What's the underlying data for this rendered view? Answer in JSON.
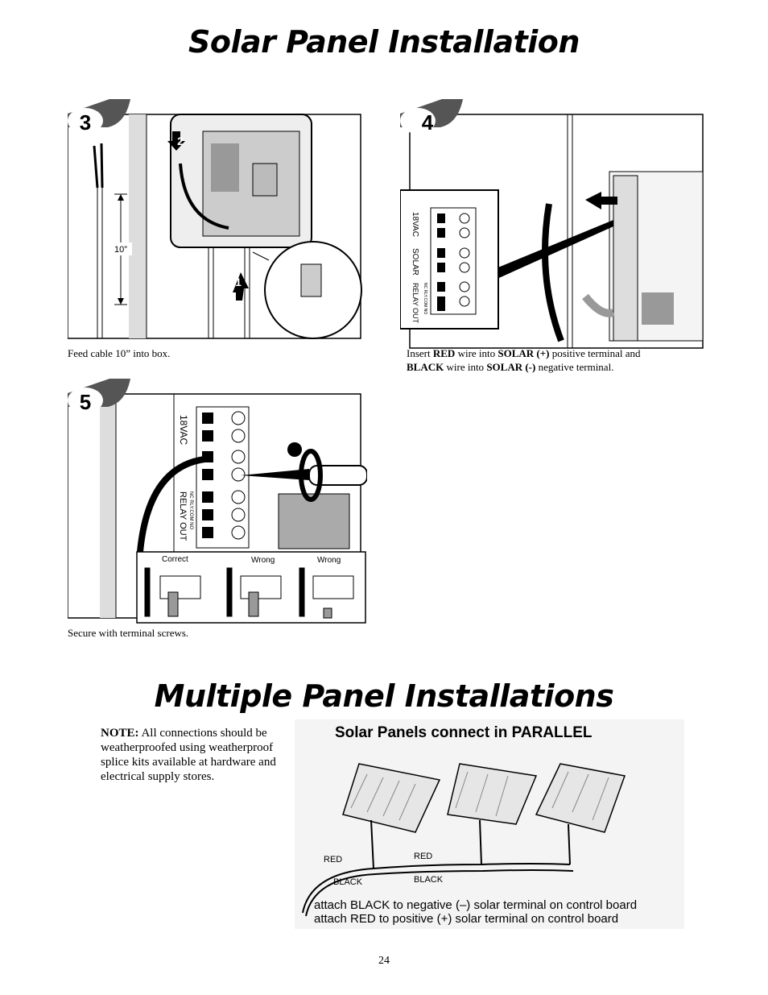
{
  "heading_top": "Solar Panel Installation",
  "heading_bottom": "Multiple Panel Installations",
  "step3": {
    "badge": "3",
    "arrow1": "1",
    "arrow2": "2",
    "measure": "10”",
    "caption": "Feed cable 10” into box."
  },
  "step4": {
    "badge": "4",
    "label_18vac": "18VAC",
    "label_solar": "SOLAR",
    "label_relay": "RELAY OUT",
    "label_relay_pins": "NC RLY.COM NO",
    "caption": {
      "t1": "Insert ",
      "b1": "RED",
      "t2": " wire into ",
      "b2": "SOLAR (+)",
      "t3": " positive terminal and",
      "b3": "BLACK",
      "t4": " wire into ",
      "b4": "SOLAR (-)",
      "t5": " negative terminal."
    }
  },
  "step5": {
    "badge": "5",
    "label_18vac": "18VAC",
    "label_relay": "RELAY OUT",
    "label_relay_pins": "NC RLY.COM NO",
    "inset_labels": [
      "Correct",
      "Wrong",
      "Wrong"
    ],
    "caption": "Secure with terminal screws."
  },
  "note": {
    "bold": "NOTE:",
    "text": " All connections should be weatherproofed using weatherproof splice kits available at hardware and electrical supply stores."
  },
  "parallel": {
    "title": "Solar Panels connect in PARALLEL",
    "red": "RED",
    "black": "BLACK",
    "line1": "attach BLACK to negative (–) solar terminal on control board",
    "line2": "attach RED to positive (+) solar terminal on control board"
  },
  "page_number": "24"
}
